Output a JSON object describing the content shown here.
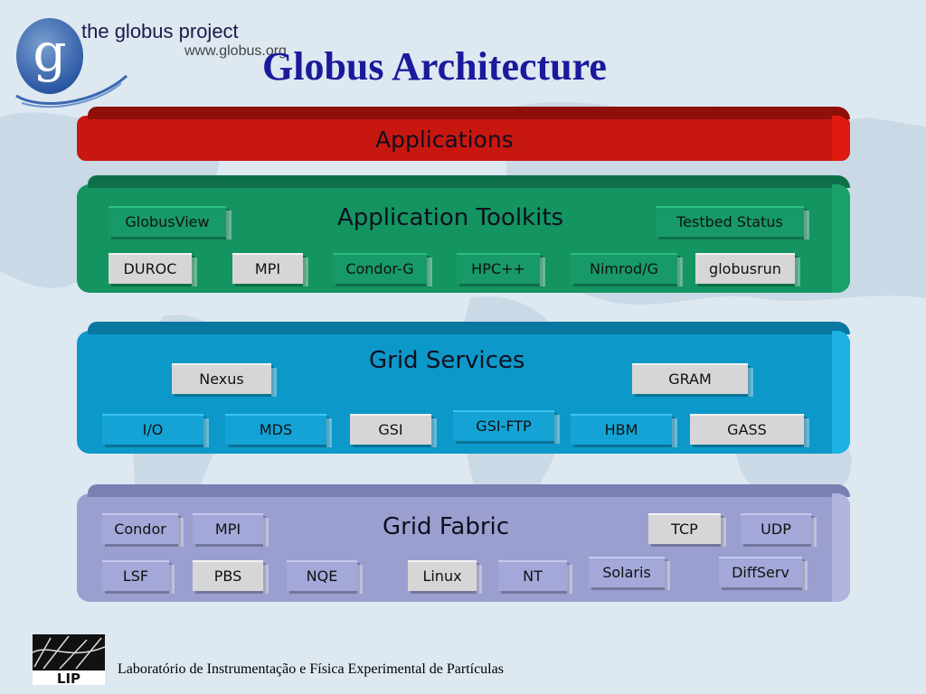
{
  "header": {
    "logo_letter": "g",
    "logo_title": "the globus project",
    "logo_url": "www.globus.org",
    "page_title": "Globus Architecture"
  },
  "layers": {
    "applications": {
      "title": "Applications"
    },
    "toolkits": {
      "title": "Application Toolkits",
      "items": [
        "GlobusView",
        "Testbed Status",
        "DUROC",
        "MPI",
        "Condor-G",
        "HPC++",
        "Nimrod/G",
        "globusrun"
      ]
    },
    "grid_services": {
      "title": "Grid Services",
      "items": [
        "Nexus",
        "GRAM",
        "I/O",
        "MDS",
        "GSI",
        "GSI-FTP",
        "HBM",
        "GASS"
      ]
    },
    "grid_fabric": {
      "title": "Grid Fabric",
      "items": [
        "Condor",
        "MPI",
        "TCP",
        "UDP",
        "LSF",
        "PBS",
        "NQE",
        "Linux",
        "NT",
        "Solaris",
        "DiffServ"
      ]
    }
  },
  "footer": {
    "logo_text": "LIP",
    "text": "Laboratório de Instrumentação e Física Experimental de Partículas"
  },
  "colors": {
    "applications": "#c8170f",
    "toolkits": "#139460",
    "grid_services": "#0c98c9",
    "grid_fabric": "#9a9fd0",
    "title": "#1a1a9c"
  }
}
